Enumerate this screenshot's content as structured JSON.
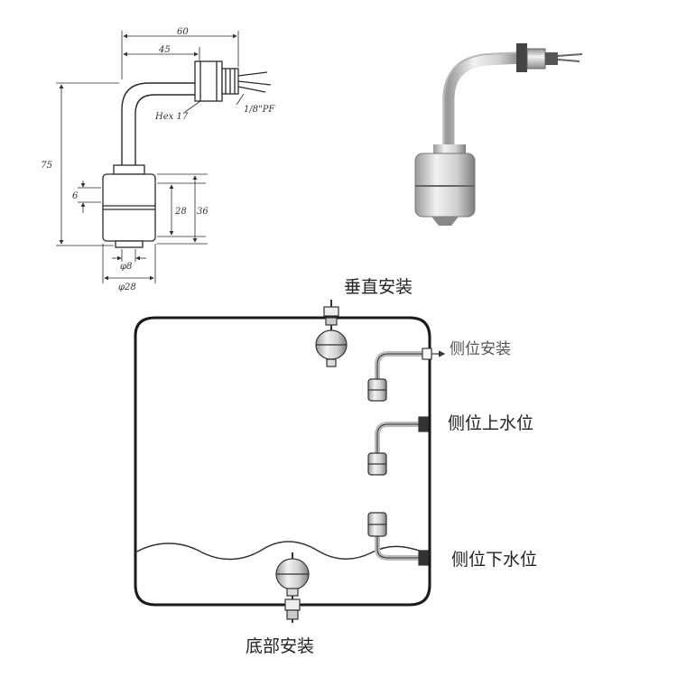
{
  "dimension_drawing": {
    "dim_top_total": "60",
    "dim_top_inner": "45",
    "dim_hex": "Hex 17",
    "dim_thread": "1/8\"PF",
    "dim_height_total": "75",
    "dim_small": "6",
    "dim_float_inner": "28",
    "dim_float_outer": "36",
    "dim_stem_dia": "φ8",
    "dim_float_dia": "φ28"
  },
  "installation": {
    "vertical_label": "垂直安装",
    "side_label": "侧位安装",
    "side_upper_label": "侧位上水位",
    "side_lower_label": "侧位下水位",
    "bottom_label": "底部安装"
  },
  "colors": {
    "line": "#2a2a2a",
    "tank": "#1a1a1a",
    "metal_light": "#e6e6e6",
    "metal_dark": "#8a8a8a"
  }
}
